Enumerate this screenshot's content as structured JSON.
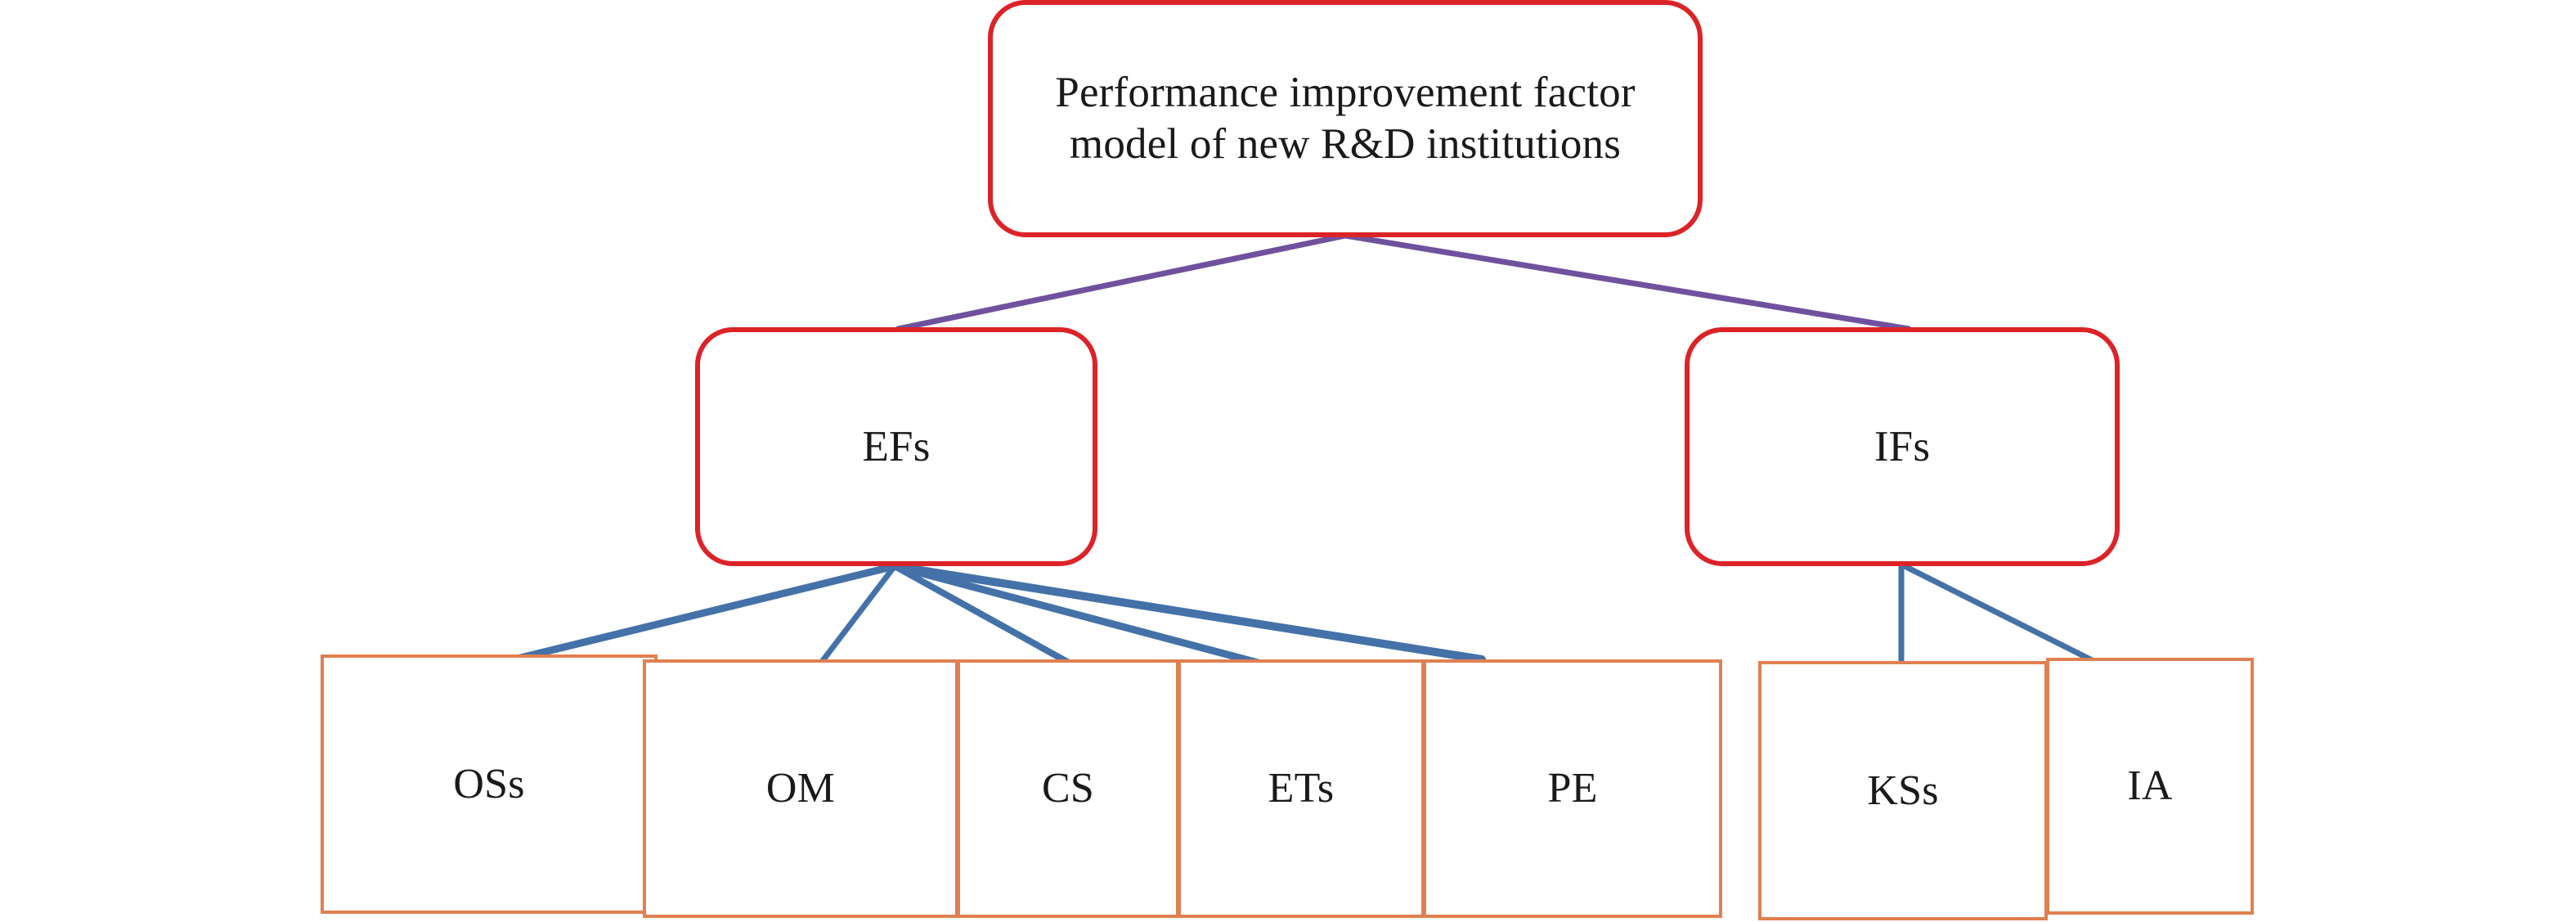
{
  "diagram": {
    "type": "hierarchy-tree",
    "title_node": {
      "id": "root",
      "label": "Performance improvement factor model of new R&D institutions",
      "line1": "Performance improvement factor",
      "line2": "model of new R&D institutions"
    },
    "level2": [
      {
        "id": "efs",
        "label": "EFs"
      },
      {
        "id": "ifs",
        "label": "IFs"
      }
    ],
    "level3_efs": [
      {
        "id": "oss",
        "label": "OSs"
      },
      {
        "id": "om",
        "label": "OM"
      },
      {
        "id": "cs",
        "label": "CS"
      },
      {
        "id": "ets",
        "label": "ETs"
      },
      {
        "id": "pe",
        "label": "PE"
      }
    ],
    "level3_ifs": [
      {
        "id": "kss",
        "label": "KSs"
      },
      {
        "id": "ia",
        "label": "IA"
      }
    ],
    "colors": {
      "rounded_border": "#DC2328",
      "rect_border": "#E08050",
      "edge_upper": "#70519E",
      "edge_lower": "#4472A8",
      "text": "#1a1a1a",
      "background": "#ffffff"
    }
  }
}
